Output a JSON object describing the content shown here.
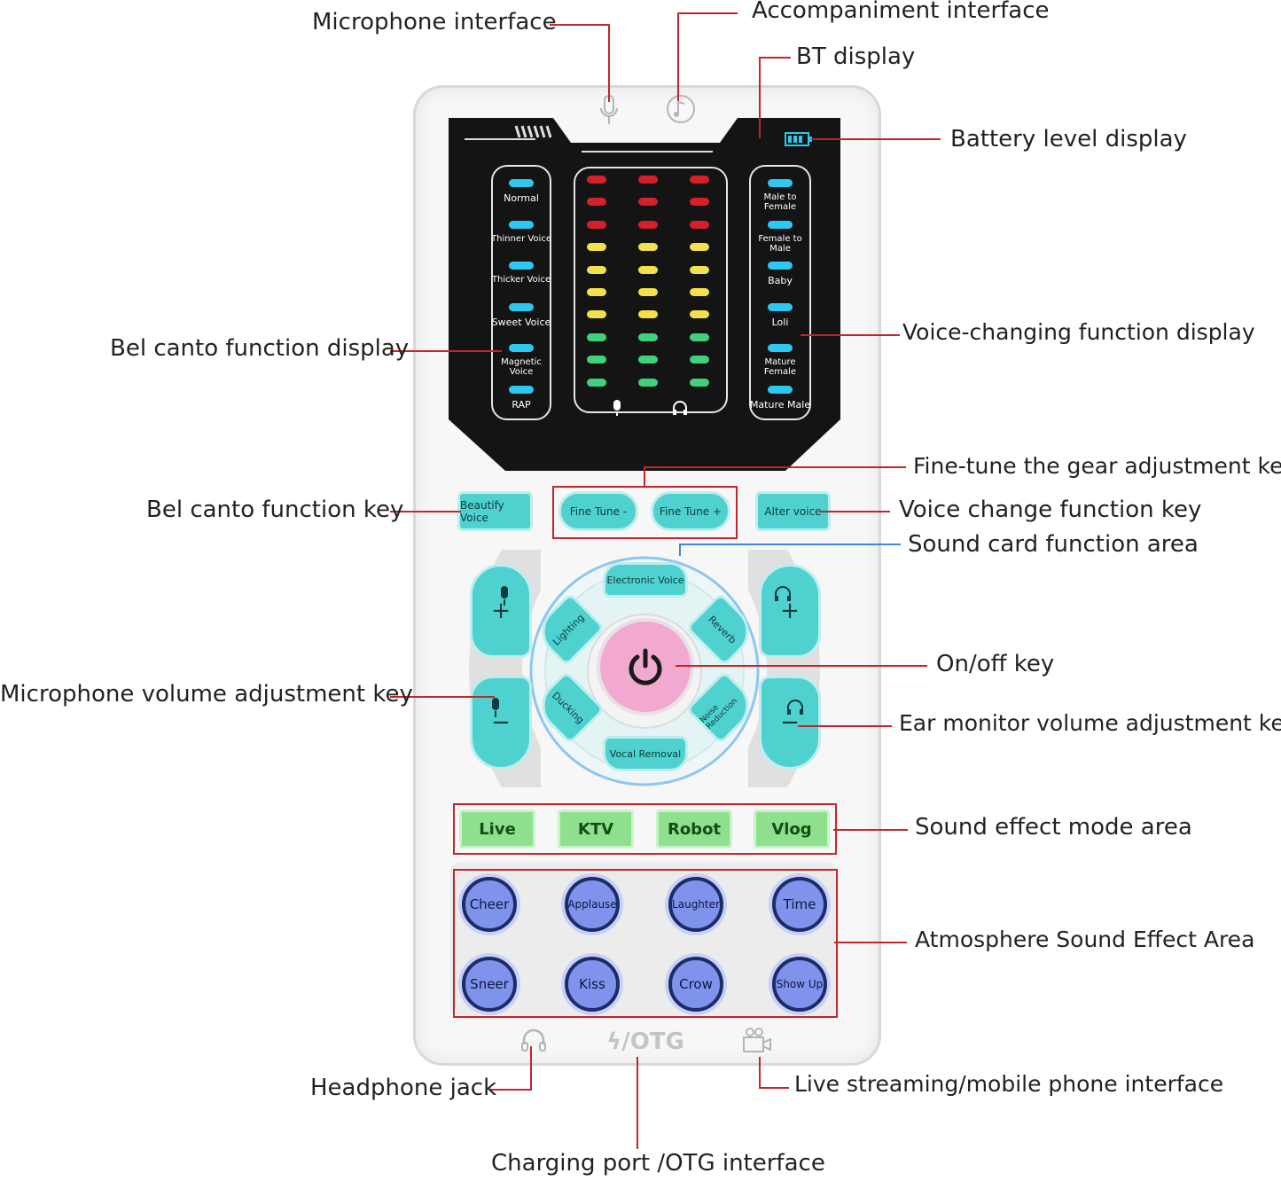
{
  "callouts": {
    "microphone_interface": "Microphone interface",
    "accompaniment_interface": "Accompaniment interface",
    "bt_display": "BT display",
    "battery_level_display": "Battery level display",
    "bel_canto_function_display": "Bel canto function display",
    "voice_changing_function_display": "Voice-changing function display",
    "fine_tune_gear_key": "Fine-tune the gear adjustment key",
    "bel_canto_function_key": "Bel canto function key",
    "voice_change_function_key": "Voice change function key",
    "sound_card_function_area": "Sound card function area",
    "on_off_key": "On/off key",
    "microphone_volume_key": "Microphone volume adjustment key",
    "ear_monitor_volume_key": "Ear monitor volume adjustment key",
    "sound_effect_mode_area": "Sound effect mode area",
    "atmosphere_sound_effect_area": "Atmosphere Sound Effect Area",
    "headphone_jack": "Headphone jack",
    "live_streaming_interface": "Live streaming/mobile phone interface",
    "charging_port": "Charging port /OTG interface"
  },
  "bel_canto_modes": [
    "Normal",
    "Thinner Voice",
    "Thicker Voice",
    "Sweet Voice",
    "Magnetic Voice",
    "RAP"
  ],
  "voice_change_modes": [
    "Male to Female",
    "Female to Male",
    "Baby",
    "Loli",
    "Mature Female",
    "Mature Male"
  ],
  "keys": {
    "beautify_voice": "Beautify Voice",
    "fine_tune_minus": "Fine Tune -",
    "fine_tune_plus": "Fine Tune +",
    "alter_voice": "Alter voice",
    "electronic_voice": "Electronic Voice",
    "lighting": "Lighting",
    "reverb": "Reverb",
    "ducking": "Ducking",
    "noise_reduction": "Noise Reduction",
    "vocal_removal": "Vocal Removal",
    "plus": "+",
    "minus": "−"
  },
  "sound_modes": [
    "Live",
    "KTV",
    "Robot",
    "Vlog"
  ],
  "atmosphere": [
    "Cheer",
    "Applause",
    "Laughter",
    "Time",
    "Sneer",
    "Kiss",
    "Crow",
    "Show Up"
  ],
  "bottom_port_label": "ϟ/OTG",
  "colors": {
    "accent_red": "#c0262c",
    "teal": "#4fd1d0",
    "green": "#8ee08e",
    "blue": "#7f93ec",
    "pink": "#f2a9cf",
    "led_red": "#d4202a",
    "led_yellow": "#f4e04a",
    "led_green": "#3fd17b",
    "led_cyan": "#2ec7f0"
  },
  "icons": [
    "microphone-icon",
    "music-note-icon",
    "battery-icon",
    "headphone-icon",
    "power-icon",
    "camera-icon"
  ]
}
